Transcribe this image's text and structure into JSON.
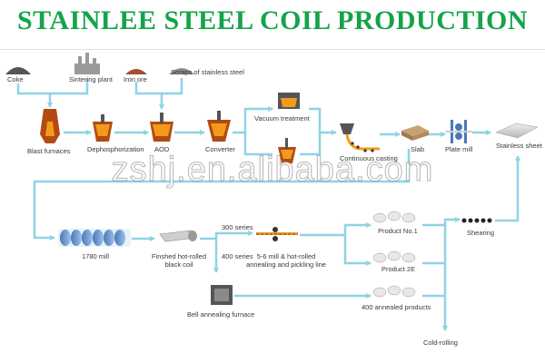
{
  "title": "STAINLEE STEEL COIL PRODUCTION",
  "colors": {
    "title": "#16a34a",
    "arrow": "#8ed3e6",
    "furnace": "#b34a12",
    "molten": "#f39a1c"
  },
  "nodes": {
    "coke": "Coke",
    "sintering": "Sintering plant",
    "iron_ore": "Iron ore",
    "scraps": "Scraps of stainless steel",
    "blast": "Blast furnaces",
    "dephos": "Dephosphorization",
    "aod": "AOD",
    "converter": "Converter",
    "vacuum": "Vacuum treatment",
    "casting": "Continuous casting",
    "slab": "Slab",
    "plate": "Plate mill",
    "sheet": "Stainless sheet",
    "mill1780": "1780 mill",
    "finished1": "Finshed hot-rolled",
    "finished2": "black coil",
    "s300": "300 series",
    "s400": "400 series",
    "mill56_1": "5-6 mill & hot-rolled",
    "mill56_2": "annealing and pickling line",
    "product1": "Product No.1",
    "product2": "Product 2E",
    "shearing": "Shearing",
    "bell": "Bell annealing furnace",
    "annealed400": "400 annealed products",
    "coldrolling": "Cold-rolling"
  },
  "watermark": "zshj.en.alibaba.com"
}
